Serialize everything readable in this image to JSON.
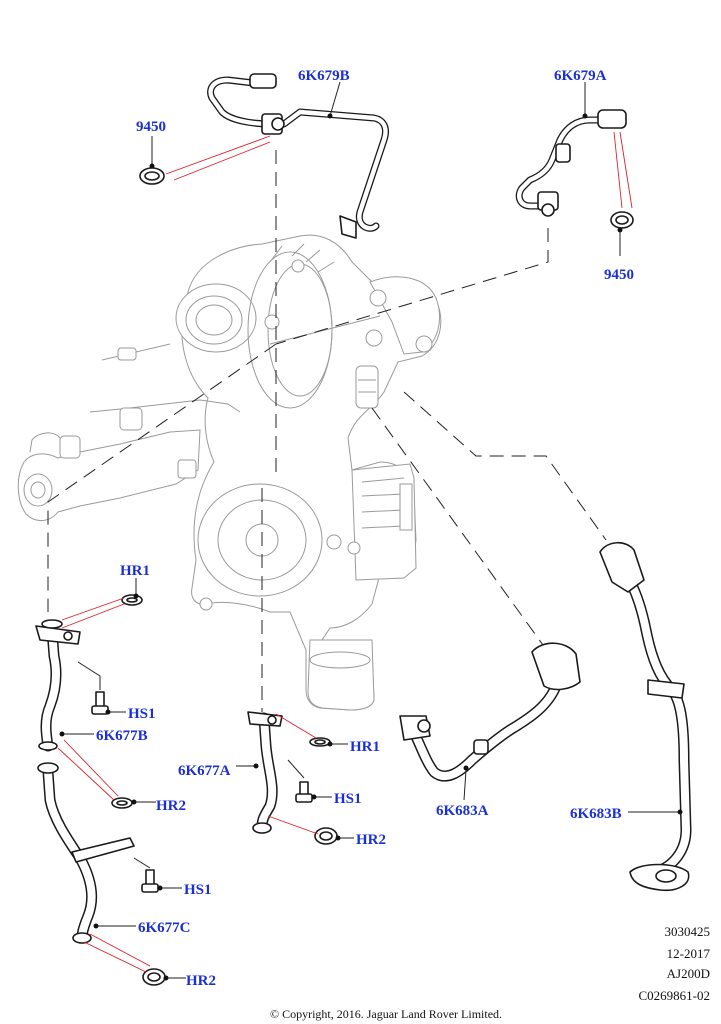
{
  "callouts": {
    "p_6k679b": "6K679B",
    "p_6k679a": "6K679A",
    "p_9450_left": "9450",
    "p_9450_right": "9450",
    "p_hr1_left": "HR1",
    "p_hs1_left": "HS1",
    "p_6k677b": "6K677B",
    "p_hr2_mid": "HR2",
    "p_hs1_lower": "HS1",
    "p_6k677c": "6K677C",
    "p_hr2_bottom": "HR2",
    "p_hr1_center": "HR1",
    "p_6k677a": "6K677A",
    "p_hs1_center": "HS1",
    "p_hr2_center": "HR2",
    "p_6k683a": "6K683A",
    "p_6k683b": "6K683B"
  },
  "meta": {
    "code": "3030425",
    "date": "12-2017",
    "engine": "AJ200D",
    "ref": "C0269861-02"
  },
  "copyright": "© Copyright, 2016. Jaguar Land Rover Limited.",
  "colors": {
    "callout_text": "#1a2fd6",
    "leader_red": "#e0202a",
    "line": "#1a1a1a"
  }
}
